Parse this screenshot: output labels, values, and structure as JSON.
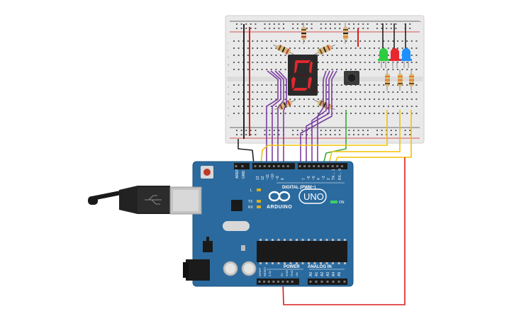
{
  "board": {
    "brand": "ARDUINO",
    "model": "UNO",
    "on_label": "ON",
    "led_l": "L",
    "led_tx": "TX",
    "led_rx": "RX",
    "header_digital": "DIGITAL (PWM~)",
    "header_power": "POWER",
    "header_analog": "ANALOG IN",
    "aref": "AREF",
    "gnd": "GND",
    "digital_pins": [
      "13",
      "12",
      "~11",
      "~10",
      "~9",
      "8",
      "7",
      "~6",
      "~5",
      "4",
      "~3",
      "2",
      "TX→ 1",
      "RX← 0"
    ],
    "power_pins": [
      "IOREF",
      "RESET",
      "3.3V",
      "5V",
      "GND",
      "GND",
      "Vin"
    ],
    "analog_pins": [
      "A0",
      "A1",
      "A2",
      "A3",
      "A4",
      "A5"
    ]
  },
  "breadboard": {
    "row_letters_top": [
      "j",
      "i",
      "h",
      "g",
      "f"
    ],
    "row_letters_bottom": [
      "e",
      "d",
      "c",
      "b",
      "a"
    ],
    "rail_plus": "+",
    "rail_minus": "-"
  },
  "display": {
    "digit": "0",
    "segment_color": "#e0282e"
  },
  "leds": [
    {
      "color": "#2ecc40"
    },
    {
      "color": "#e8262e"
    },
    {
      "color": "#1e90ff"
    }
  ],
  "wire_colors": {
    "gnd": "#222222",
    "power": "#d81e1e",
    "segment": "#7b3fa0",
    "led": "#f2c200",
    "button": "#3aa836"
  }
}
